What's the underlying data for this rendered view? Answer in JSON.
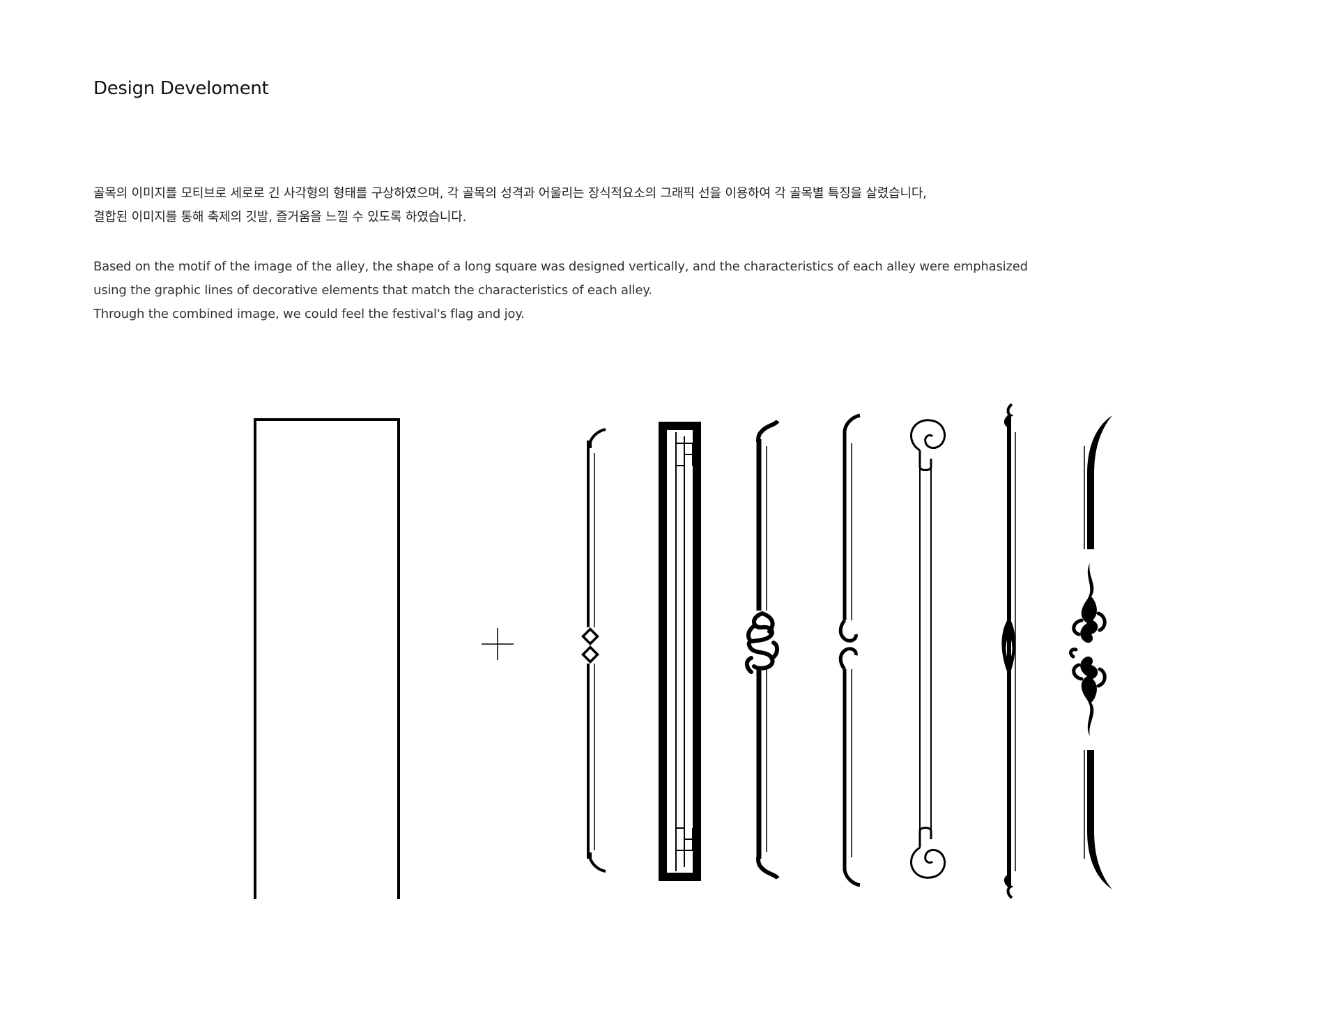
{
  "page": {
    "title": "Design Develoment"
  },
  "description": {
    "korean_lines": [
      "골목의 이미지를 모티브로 세로로 긴 사각형의 형태를 구상하였으며, 각 골목의 성격과 어울리는 장식적요소의 그래픽 선을 이용하여 각 골목별 특징을 살렸습니다,",
      "결합된 이미지를 통해 축제의 깃발, 즐거움을 느낄 수 있도록 하였습니다."
    ],
    "english_lines": [
      "Based on the motif of the image of the alley, the shape of a long square was designed vertically, and the characteristics of each alley were emphasized",
      "using the graphic lines of decorative elements that match the characteristics of each alley.",
      "Through the combined image, we could feel the festival's flag and joy."
    ]
  },
  "figure": {
    "stroke_color": "#000000",
    "background": "#ffffff",
    "ornament_styles": [
      "diamond-chain",
      "lattice-frame",
      "cloud-knot",
      "twin-scroll",
      "spiral-scroll",
      "leaf-flourish",
      "crescent-cloud"
    ]
  }
}
